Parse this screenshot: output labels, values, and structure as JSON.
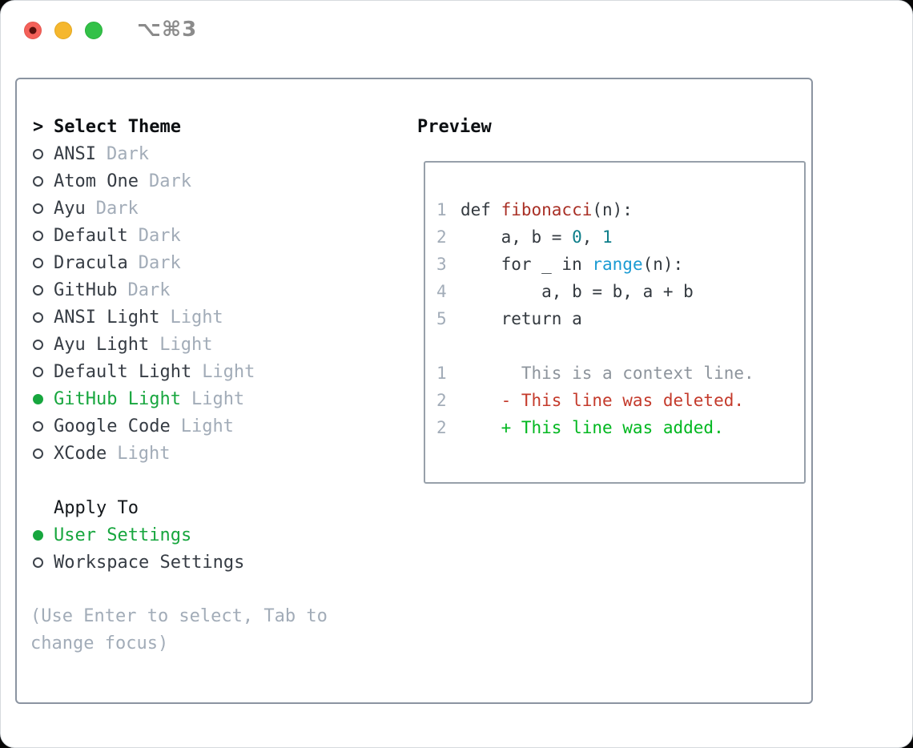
{
  "titlebar": {
    "title": "⌥⌘3",
    "controls": [
      {
        "name": "close",
        "has_dot": true
      },
      {
        "name": "minimize",
        "has_dot": false
      },
      {
        "name": "zoom",
        "has_dot": false
      }
    ]
  },
  "theme_list": {
    "header_prefix": ">",
    "header": "Select Theme",
    "items": [
      {
        "name": "ANSI",
        "tag": "Dark",
        "selected": false
      },
      {
        "name": "Atom One",
        "tag": "Dark",
        "selected": false
      },
      {
        "name": "Ayu",
        "tag": "Dark",
        "selected": false
      },
      {
        "name": "Default",
        "tag": "Dark",
        "selected": false
      },
      {
        "name": "Dracula",
        "tag": "Dark",
        "selected": false
      },
      {
        "name": "GitHub",
        "tag": "Dark",
        "selected": false
      },
      {
        "name": "ANSI Light",
        "tag": "Light",
        "selected": false
      },
      {
        "name": "Ayu Light",
        "tag": "Light",
        "selected": false
      },
      {
        "name": "Default Light",
        "tag": "Light",
        "selected": false
      },
      {
        "name": "GitHub Light",
        "tag": "Light",
        "selected": true
      },
      {
        "name": "Google Code",
        "tag": "Light",
        "selected": false
      },
      {
        "name": "XCode",
        "tag": "Light",
        "selected": false
      }
    ]
  },
  "apply_to": {
    "header": "Apply To",
    "options": [
      {
        "name": "User Settings",
        "selected": true
      },
      {
        "name": "Workspace Settings",
        "selected": false
      }
    ]
  },
  "hint_lines": [
    "(Use Enter to select, Tab to",
    "change focus)"
  ],
  "preview": {
    "header": "Preview",
    "code_lines": [
      {
        "num": "1",
        "segments": [
          {
            "text": "def ",
            "role": "plain"
          },
          {
            "text": "fibonacci",
            "role": "function"
          },
          {
            "text": "(n):",
            "role": "plain"
          }
        ]
      },
      {
        "num": "2",
        "segments": [
          {
            "text": "    a, b = ",
            "role": "plain"
          },
          {
            "text": "0",
            "role": "number"
          },
          {
            "text": ", ",
            "role": "plain"
          },
          {
            "text": "1",
            "role": "number"
          }
        ]
      },
      {
        "num": "3",
        "segments": [
          {
            "text": "    for _ in ",
            "role": "plain"
          },
          {
            "text": "range",
            "role": "builtin"
          },
          {
            "text": "(n):",
            "role": "plain"
          }
        ]
      },
      {
        "num": "4",
        "segments": [
          {
            "text": "        a, b = b, a + b",
            "role": "plain"
          }
        ]
      },
      {
        "num": "5",
        "segments": [
          {
            "text": "    return a",
            "role": "plain"
          }
        ]
      }
    ],
    "diff_lines": [
      {
        "num": "1",
        "segments": [
          {
            "text": "      This is a context line.",
            "role": "context"
          }
        ]
      },
      {
        "num": "2",
        "segments": [
          {
            "text": "    - This line was deleted.",
            "role": "deleted"
          }
        ]
      },
      {
        "num": "2",
        "segments": [
          {
            "text": "    + This line was added.",
            "role": "added"
          }
        ]
      }
    ]
  },
  "colors": {
    "accent_green": "#17a63e",
    "added_green": "#00b71f",
    "deleted_red": "#c43a2b",
    "function_red": "#a93026",
    "number_teal": "#0e7e8a",
    "builtin_blue": "#1a9bd3",
    "muted_gray": "#a2acb8",
    "text_dark": "#363c44",
    "panel_border": "#8b94a1"
  }
}
